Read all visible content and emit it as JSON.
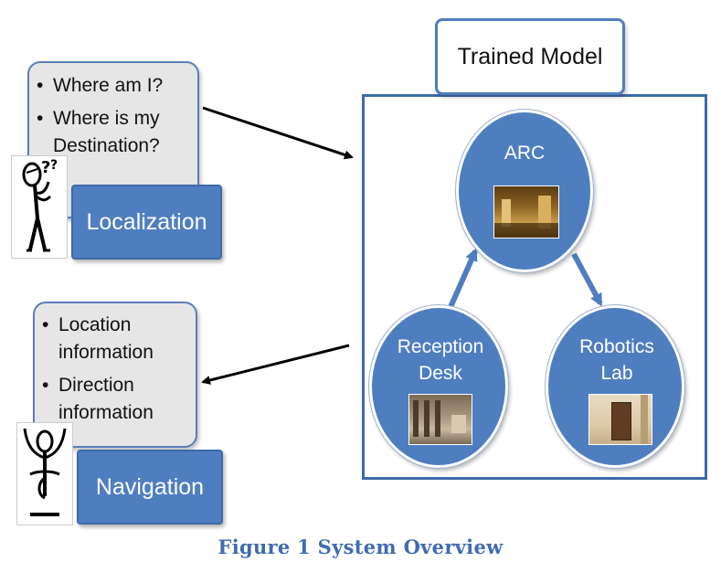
{
  "localization": {
    "questions": [
      "Where am I?",
      "Where is my Destination?"
    ],
    "label": "Localization"
  },
  "navigation": {
    "info": [
      "Location information",
      "Direction information"
    ],
    "label": "Navigation"
  },
  "model": {
    "title": "Trained Model",
    "nodes": {
      "arc": "ARC",
      "reception": "Reception Desk",
      "robotics": "Robotics Lab"
    }
  },
  "caption": "Figure 1 System Overview",
  "icons": [
    "confused-stick-figure-icon",
    "navigating-stick-figure-icon"
  ],
  "colors": {
    "accent_blue": "#4f7ec0",
    "caption_blue": "#3f6cb1",
    "bubble_grey": "#e6e6e6"
  }
}
